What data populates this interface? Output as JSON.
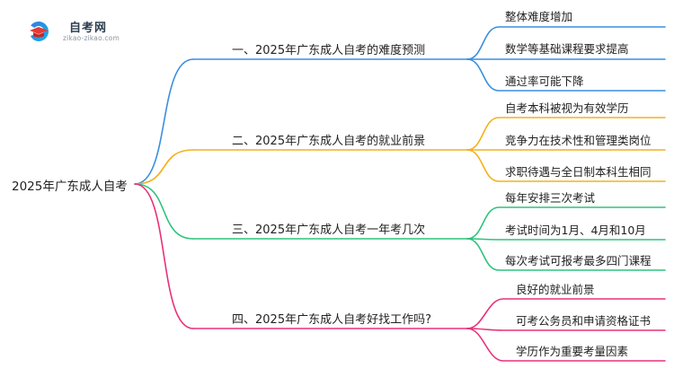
{
  "logo": {
    "title": "自考网",
    "url": "zikao-zikao.com",
    "icon": "graduation-cap-icon"
  },
  "root": {
    "label": "2025年广东成人自考"
  },
  "branches": [
    {
      "label": "一、2025年广东成人自考的难度预测",
      "color": "#3a8fe0",
      "leaves": [
        "整体难度增加",
        "数学等基础课程要求提高",
        "通过率可能下降"
      ]
    },
    {
      "label": "二、2025年广东成人自考的就业前景",
      "color": "#f2b21b",
      "leaves": [
        "自考本科被视为有效学历",
        "竞争力在技术性和管理类岗位",
        "求职待遇与全日制本科生相同"
      ]
    },
    {
      "label": "三、2025年广东成人自考一年考几次",
      "color": "#2ec27e",
      "leaves": [
        "每年安排三次考试",
        "考试时间为1月、4月和10月",
        "每次考试可报考最多四门课程"
      ]
    },
    {
      "label": "四、2025年广东成人自考好找工作吗?",
      "color": "#e8317a",
      "leaves": [
        "良好的就业前景",
        "可考公务员和申请资格证书",
        "学历作为重要考量因素"
      ]
    }
  ]
}
